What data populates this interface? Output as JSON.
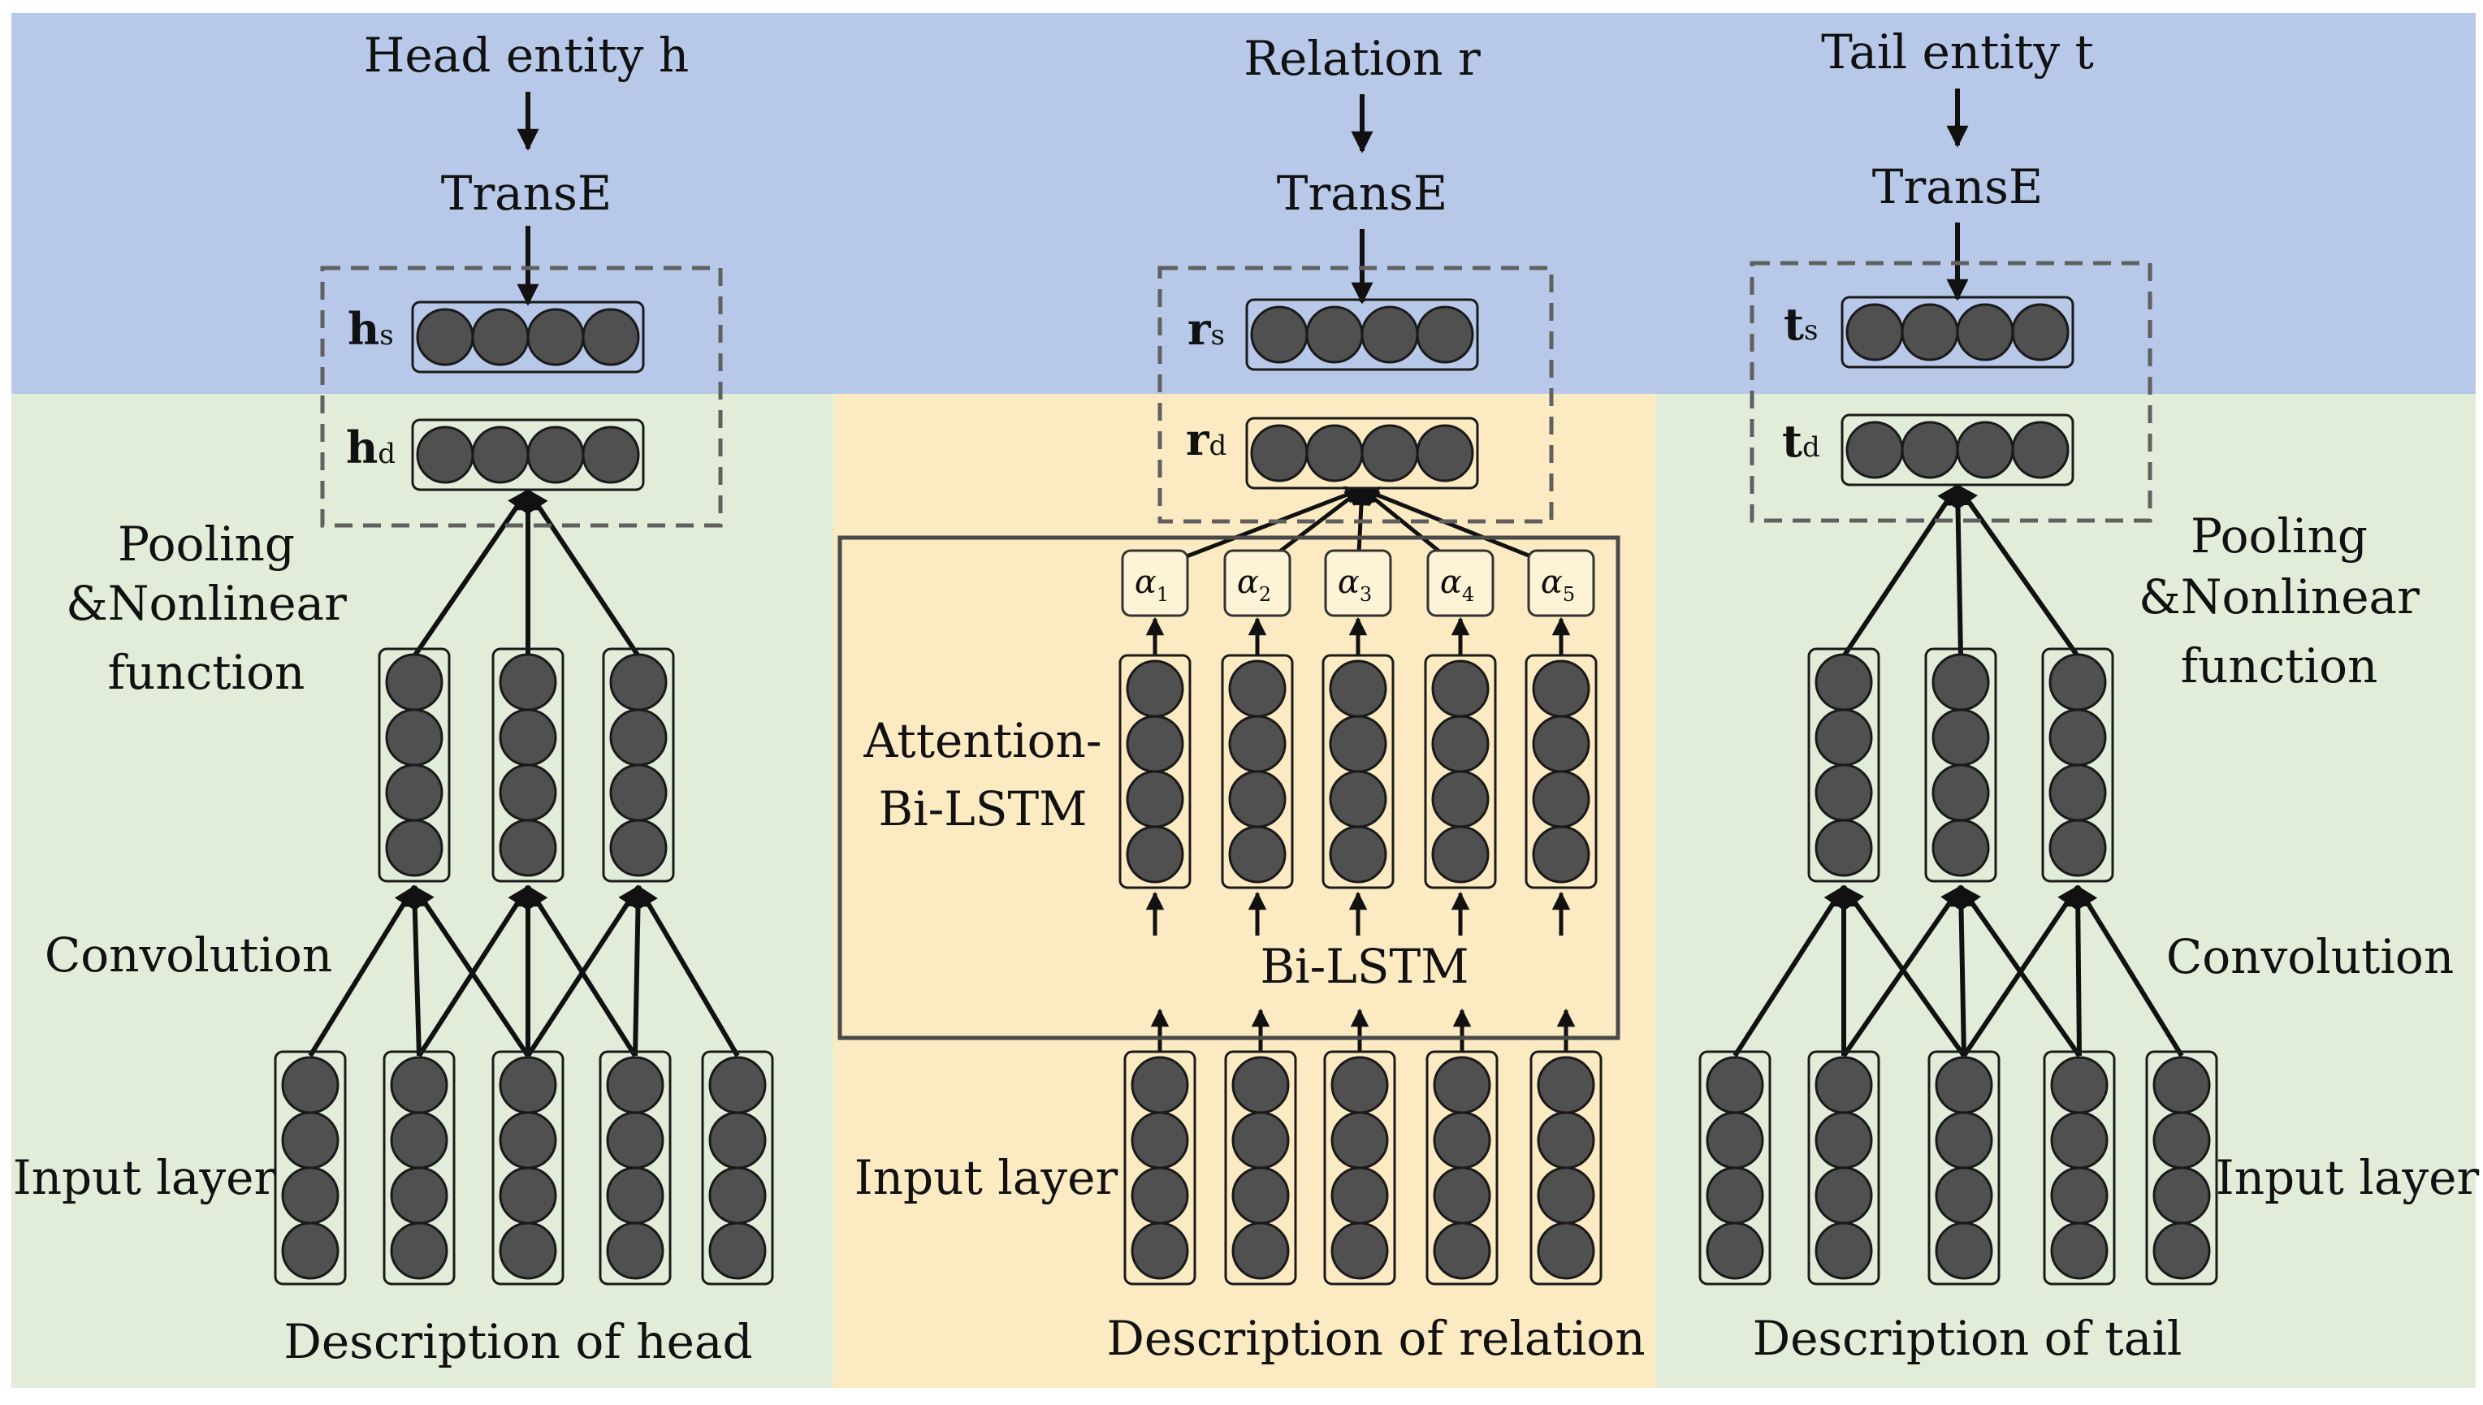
{
  "colors": {
    "top_band": "#b8c8e8",
    "left_panel": "#e1edd9",
    "center_panel": "#fcebc2",
    "right_panel": "#e1edd9",
    "node_fill": "#505050",
    "node_stroke": "#1a1a1a",
    "dash_box": "#606060"
  },
  "head": {
    "entity_label": "Head entity h",
    "transe_label": "TransE",
    "vec_s": "h",
    "vec_s_sub": "s",
    "vec_d": "h",
    "vec_d_sub": "d",
    "pooling_line1": "Pooling",
    "pooling_line2": "&Nonlinear",
    "pooling_line3": "function",
    "convolution_label": "Convolution",
    "input_label": "Input layer",
    "description_label": "Description of head"
  },
  "relation": {
    "entity_label": "Relation r",
    "transe_label": "TransE",
    "vec_s": "r",
    "vec_s_sub": "s",
    "vec_d": "r",
    "vec_d_sub": "d",
    "attention_line1": "Attention-",
    "attention_line2": "Bi-LSTM",
    "bilstm_label": "Bi-LSTM",
    "input_label": "Input layer",
    "description_label": "Description of relation",
    "alpha_symbol": "α",
    "alphas": [
      "1",
      "2",
      "3",
      "4",
      "5"
    ]
  },
  "tail": {
    "entity_label": "Tail entity t",
    "transe_label": "TransE",
    "vec_s": "t",
    "vec_s_sub": "s",
    "vec_d": "t",
    "vec_d_sub": "d",
    "pooling_line1": "Pooling",
    "pooling_line2": "&Nonlinear",
    "pooling_line3": "function",
    "convolution_label": "Convolution",
    "input_label": "Input layer",
    "description_label": "Description of tail"
  }
}
